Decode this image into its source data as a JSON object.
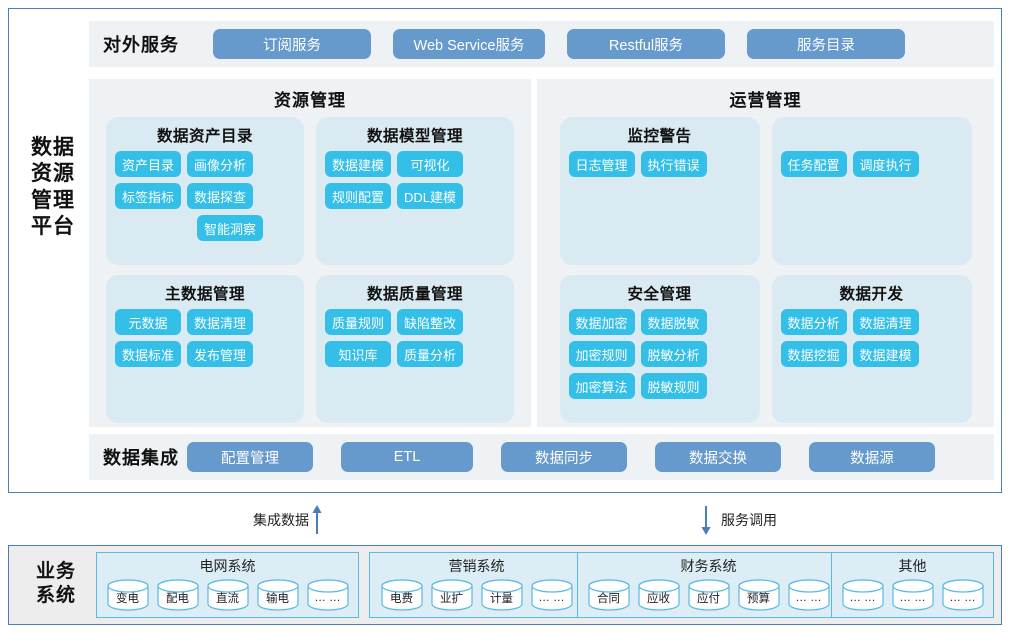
{
  "platform": {
    "title": "数据资源管理平台",
    "external_services": {
      "label": "对外服务",
      "items": [
        "订阅服务",
        "Web Service服务",
        "Restful服务",
        "服务目录"
      ]
    },
    "data_integration": {
      "label": "数据集成",
      "items": [
        "配置管理",
        "ETL",
        "数据同步",
        "数据交换",
        "数据源"
      ]
    },
    "domains": [
      {
        "title": "资源管理",
        "cards": [
          {
            "title": "数据资产目录",
            "chips": [
              "资产目录",
              "画像分析",
              "标签指标",
              "数据探查",
              "智能洞察"
            ]
          },
          {
            "title": "数据模型管理",
            "chips": [
              "数据建模",
              "可视化",
              "规则配置",
              "DDL建模"
            ]
          },
          {
            "title": "主数据管理",
            "chips": [
              "元数据",
              "数据清理",
              "数据标准",
              "发布管理"
            ]
          },
          {
            "title": "数据质量管理",
            "chips": [
              "质量规则",
              "缺陷整改",
              "知识库",
              "质量分析"
            ]
          }
        ]
      },
      {
        "title": "运营管理",
        "cards": [
          {
            "title": "监控警告",
            "chips": [
              "日志管理",
              "执行错误"
            ]
          },
          {
            "title": "",
            "chips": [
              "任务配置",
              "调度执行"
            ]
          },
          {
            "title": "安全管理",
            "chips": [
              "数据加密",
              "数据脱敏",
              "加密规则",
              "脱敏分析",
              "加密算法",
              "脱敏规则"
            ]
          },
          {
            "title": "数据开发",
            "chips": [
              "数据分析",
              "数据清理",
              "数据挖掘",
              "数据建模"
            ]
          }
        ]
      }
    ]
  },
  "flows": {
    "up": "集成数据",
    "down": "服务调用"
  },
  "business": {
    "label": "业务系统",
    "groups": [
      {
        "title": "电网系统",
        "nodes": [
          "变电",
          "配电",
          "直流",
          "输电",
          "… …"
        ]
      },
      {
        "title": "营销系统",
        "nodes": [
          "电费",
          "业扩",
          "计量",
          "… …"
        ]
      },
      {
        "title": "财务系统",
        "nodes": [
          "合同",
          "应收",
          "应付",
          "预算",
          "… …"
        ]
      },
      {
        "title": "其他",
        "nodes": [
          "… …",
          "… …",
          "… …"
        ]
      }
    ]
  },
  "colors": {
    "frame_border": "#4a7ebb",
    "band_bg": "#eff2f4",
    "card_bg": "#daeaf2",
    "chip": "#33bfe8",
    "pill": "#6699cc",
    "cylinder_border": "#5bb9e0"
  }
}
